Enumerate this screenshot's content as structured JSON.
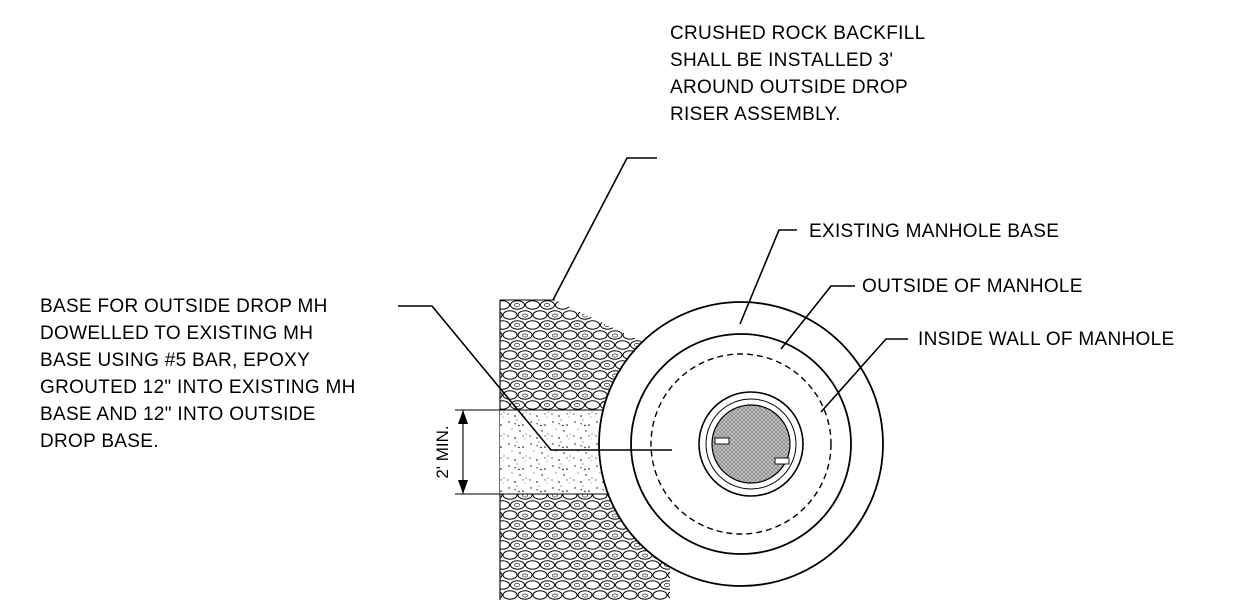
{
  "notes": {
    "crushed_rock": [
      "CRUSHED ROCK BACKFILL",
      "SHALL BE INSTALLED 3'",
      "AROUND OUTSIDE DROP",
      "RISER ASSEMBLY."
    ],
    "existing_base": "EXISTING MANHOLE BASE",
    "outside_manhole": "OUTSIDE OF MANHOLE",
    "inside_wall": "INSIDE WALL OF MANHOLE",
    "drop_base": [
      "BASE FOR OUTSIDE DROP MH",
      "DOWELLED TO EXISTING MH",
      "BASE USING #5 BAR, EPOXY",
      "GROUTED 12\" INTO EXISTING MH",
      "BASE AND 12\" INTO OUTSIDE",
      "DROP BASE."
    ]
  },
  "dimension": {
    "label": "2' MIN."
  },
  "colors": {
    "line": "#000000",
    "background": "#ffffff"
  }
}
